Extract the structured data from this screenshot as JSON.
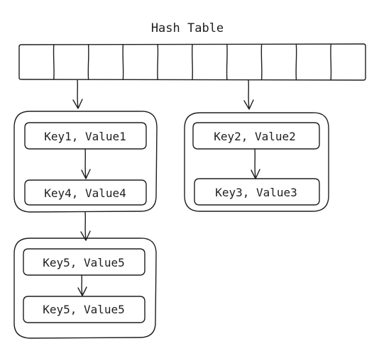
{
  "diagram": {
    "title": "Hash Table",
    "bucket_count": 10,
    "buckets": {
      "a": [
        {
          "label": "Key1, Value1"
        },
        {
          "label": "Key4, Value4"
        }
      ],
      "b": [
        {
          "label": "Key2, Value2"
        },
        {
          "label": "Key3, Value3"
        }
      ],
      "c": [
        {
          "label": "Key5, Value5"
        },
        {
          "label": "Key5, Value5"
        }
      ]
    },
    "colors": {
      "stroke": "#1e1e1e",
      "background": "#ffffff"
    }
  }
}
